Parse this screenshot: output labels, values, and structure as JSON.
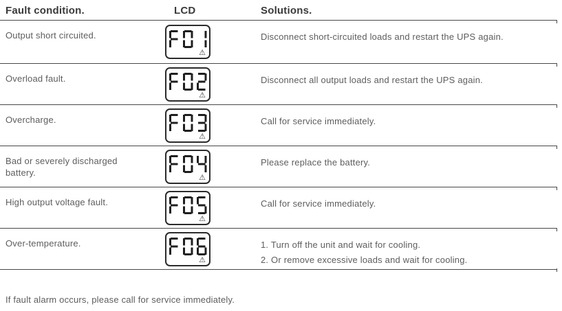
{
  "table": {
    "headers": {
      "fault": "Fault condition.",
      "lcd": "LCD",
      "solutions": "Solutions."
    },
    "rows": [
      {
        "fault": "Output short circuited.",
        "lcd_code": "F01",
        "lcd_icon": "warning-triangle",
        "solutions": [
          "Disconnect short-circuited loads and restart the UPS again."
        ]
      },
      {
        "fault": "Overload fault.",
        "lcd_code": "F02",
        "lcd_icon": "warning-triangle",
        "solutions": [
          "Disconnect all output loads and restart the UPS again."
        ]
      },
      {
        "fault": "Overcharge.",
        "lcd_code": "F03",
        "lcd_icon": "warning-triangle",
        "solutions": [
          "Call for service immediately."
        ]
      },
      {
        "fault": "Bad or severely discharged battery.",
        "lcd_code": "F04",
        "lcd_icon": "warning-triangle",
        "solutions": [
          "Please replace the battery."
        ]
      },
      {
        "fault": "High output voltage fault.",
        "lcd_code": "F05",
        "lcd_icon": "warning-triangle",
        "solutions": [
          "Call for service immediately."
        ]
      },
      {
        "fault": "Over-temperature.",
        "lcd_code": "F06",
        "lcd_icon": "warning-triangle",
        "solutions": [
          "1. Turn off the unit and wait for cooling.",
          "2. Or remove excessive loads and wait for cooling."
        ]
      }
    ]
  },
  "footer": {
    "note": "If fault alarm occurs, please call for service immediately."
  },
  "icons": {
    "warning": "⚠"
  },
  "colors": {
    "header_text": "#3a3a3a",
    "body_text": "#5d5d5d",
    "rule": "#474747",
    "lcd_border": "#2b2b2b",
    "lcd_segment": "#1f1f1f"
  }
}
